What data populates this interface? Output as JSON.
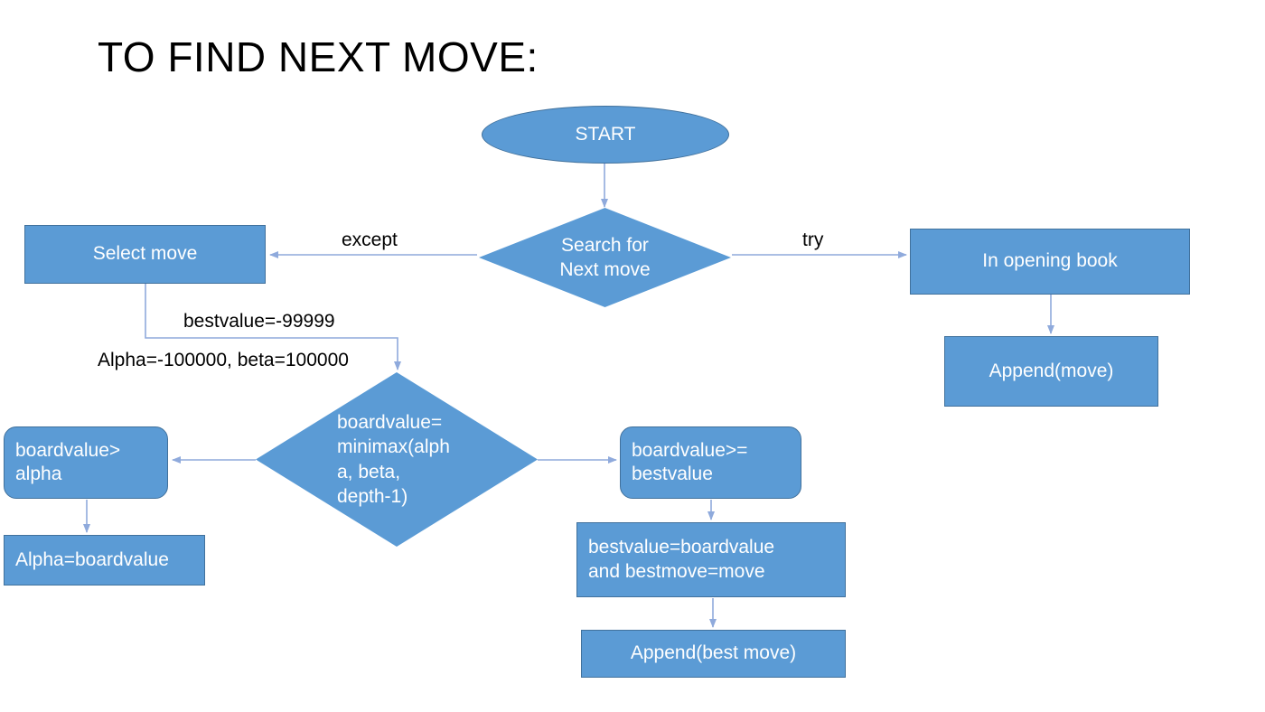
{
  "page": {
    "title": "TO FIND NEXT MOVE:",
    "background": "#ffffff",
    "node_fill": "#5B9BD5",
    "node_border": "#41719C",
    "node_text": "#ffffff",
    "edge_color": "#8FAADC",
    "label_text": "#000000"
  },
  "nodes": {
    "start": {
      "label": "START",
      "shape": "ellipse"
    },
    "search_next_move": {
      "line1": "Search for",
      "line2": "Next move",
      "shape": "diamond"
    },
    "select_move": {
      "label": "Select move",
      "shape": "rectangle"
    },
    "in_opening_book": {
      "label": "In opening book",
      "shape": "rectangle"
    },
    "append_move": {
      "label": "Append(move)",
      "shape": "rectangle"
    },
    "minimax": {
      "line1": "boardvalue=",
      "line2": "minimax(alph",
      "line3": "a, beta,",
      "line4": "depth-1)",
      "shape": "diamond"
    },
    "boardvalue_gt_alpha": {
      "line1": "boardvalue>",
      "line2": "alpha",
      "shape": "rounded-rectangle"
    },
    "alpha_eq_boardvalue": {
      "label": "Alpha=boardvalue",
      "shape": "rectangle"
    },
    "boardvalue_ge_bestvalue": {
      "line1": "boardvalue>=",
      "line2": "bestvalue",
      "shape": "rounded-rectangle"
    },
    "bestvalue_assign": {
      "line1": "bestvalue=boardvalue",
      "line2": "and bestmove=move",
      "shape": "rectangle"
    },
    "append_best_move": {
      "label": "Append(best move)",
      "shape": "rectangle"
    }
  },
  "edge_labels": {
    "except": "except",
    "try": "try",
    "bestvalue_init": "bestvalue=-99999",
    "alpha_beta_init": "Alpha=-100000, beta=100000"
  }
}
